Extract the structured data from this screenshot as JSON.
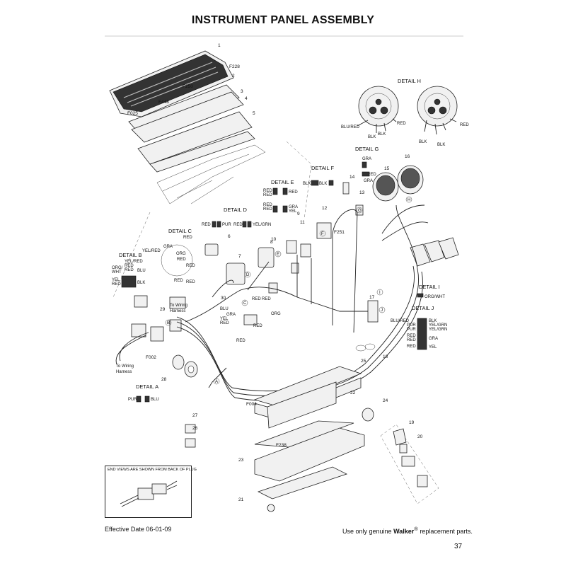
{
  "title": "INSTRUMENT PANEL ASSEMBLY",
  "footer": {
    "effective_date": "Effective Date 06-01-09",
    "replacement_prefix": "Use only genuine",
    "brand": "Walker",
    "registered": "®",
    "replacement_suffix": "replacement parts.",
    "page_number": "37"
  },
  "end_views_note": "END VIEWS ARE SHOWN FROM BACK OF PLUG",
  "details": {
    "a": {
      "title": "DETAIL A",
      "labels": [
        "PUR",
        "BLU"
      ]
    },
    "b": {
      "title": "DETAIL B",
      "labels": [
        "YEL/RED",
        "RED",
        "RED",
        "ORG/",
        "WHT",
        "BLU",
        "YEL",
        "RED",
        "BLK"
      ]
    },
    "c": {
      "title": "DETAIL C",
      "labels": [
        "RED",
        "GRA",
        "ORG",
        "RED",
        "RED"
      ]
    },
    "d": {
      "title": "DETAIL D",
      "labels": [
        "RED",
        "PUR",
        "RED",
        "YEL/GRN"
      ]
    },
    "e": {
      "title": "DETAIL E",
      "labels": [
        "RED",
        "RED",
        "RED",
        "RED",
        "RED",
        "GRA",
        "YEL"
      ]
    },
    "f": {
      "title": "DETAIL F",
      "labels": [
        "BLK",
        "BLK"
      ]
    },
    "g": {
      "title": "DETAIL G",
      "labels": [
        "GRA",
        "RED",
        "GRA"
      ]
    },
    "h": {
      "title": "DETAIL H",
      "labels": [
        "BLU/RED",
        "BLK",
        "BLK",
        "RED",
        "BLK",
        "BLK",
        "RED"
      ]
    },
    "i": {
      "title": "DETAIL I",
      "labels": [
        "ORG/WHT"
      ]
    },
    "j": {
      "title": "DETAIL J",
      "labels": [
        "BLU/RED",
        "PUR",
        "PUR",
        "RED",
        "RED",
        "RED",
        "BLK",
        "YEL/GRN",
        "YEL/GRN",
        "GRA",
        "YEL"
      ]
    }
  },
  "callouts": [
    "1",
    "2",
    "F228",
    "F250",
    "F448",
    "F025",
    "3",
    "4",
    "5",
    "6",
    "7",
    "8",
    "9",
    "10",
    "11",
    "12",
    "13",
    "14",
    "15",
    "16",
    "17",
    "18",
    "19",
    "20",
    "21",
    "22",
    "23",
    "24",
    "25",
    "26",
    "27",
    "28",
    "29",
    "30",
    "F251",
    "F002",
    "F004",
    "F238"
  ],
  "wire_labels": [
    "RED",
    "RED",
    "BLU",
    "YEL",
    "RED",
    "GRA",
    "ORG",
    "RED",
    "RED",
    "RED",
    "RED"
  ],
  "notes": {
    "to_wiring_harness": [
      "To Wiring",
      "Harness"
    ]
  },
  "connector_letters": [
    "A",
    "B",
    "C",
    "D",
    "E",
    "F",
    "G",
    "H",
    "I",
    "J"
  ],
  "colors": {
    "ink": "#111111",
    "paper": "#ffffff"
  }
}
